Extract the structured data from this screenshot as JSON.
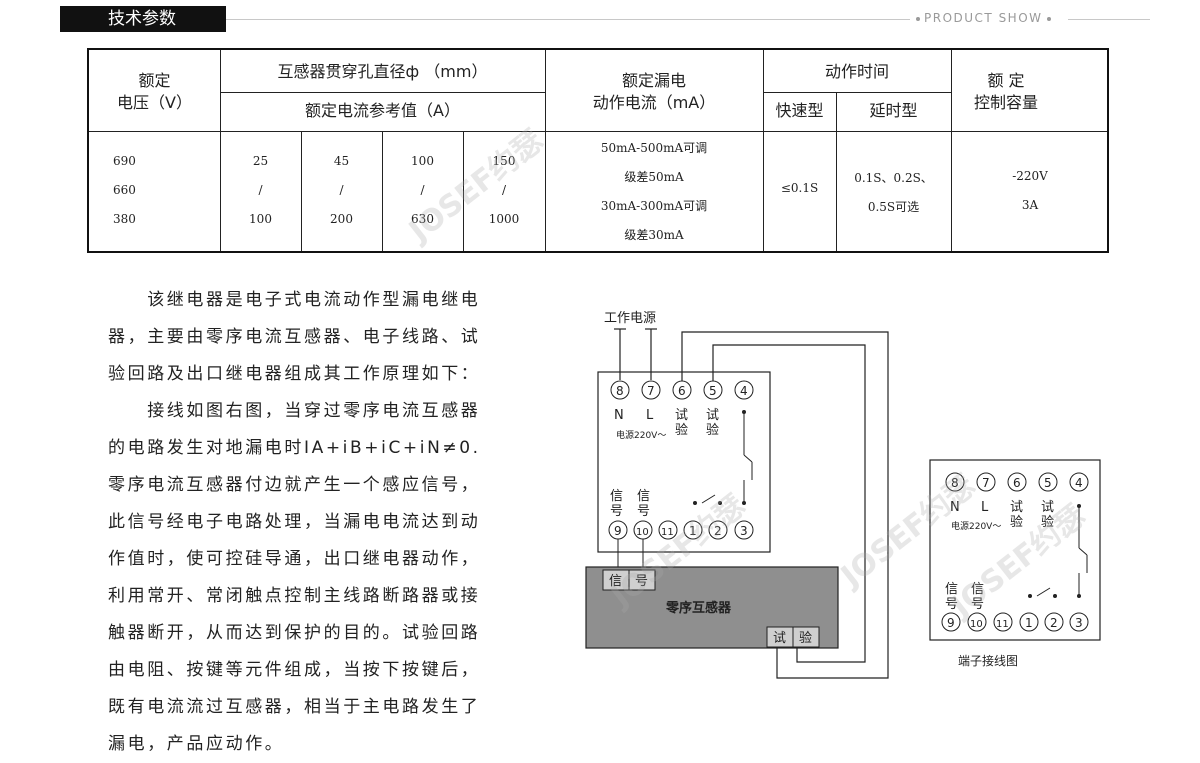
{
  "header": {
    "section_title": "技术参数",
    "right_label": "PRODUCT SHOW"
  },
  "table": {
    "head": {
      "voltage_line1": "额定",
      "voltage_line2": "电压（V）",
      "ct_aperture": "互感器贯穿孔直径ф （mm）",
      "ct_current_ref": "额定电流参考值（A）",
      "leak_line1": "额定漏电",
      "leak_line2": "动作电流（mA）",
      "time": "动作时间",
      "fast": "快速型",
      "delay": "延时型",
      "cap_line1": "额 定",
      "cap_line2": "控制容量"
    },
    "voltages": [
      "690",
      "660",
      "380"
    ],
    "ct_columns": [
      {
        "top": "25",
        "sep": "/",
        "bottom": "100"
      },
      {
        "top": "45",
        "sep": "/",
        "bottom": "200"
      },
      {
        "top": "100",
        "sep": "/",
        "bottom": "630"
      },
      {
        "top": "150",
        "sep": "/",
        "bottom": "1000"
      }
    ],
    "leak": [
      "50mA-500mA可调",
      "级差50mA",
      "30mA-300mA可调",
      "级差30mA"
    ],
    "fast_value": "≤0.1S",
    "delay_value_1": "0.1S、0.2S、",
    "delay_value_2": "0.5S可选",
    "cap_value_1": "-220V",
    "cap_value_2": "3A"
  },
  "description": {
    "lines": [
      "　　该继电器是电子式电流动作型漏电继电",
      "器，主要由零序电流互感器、电子线路、试",
      "验回路及出口继电器组成其工作原理如下：",
      "　　接线如图右图，当穿过零序电流互感器",
      "的电路发生对地漏电时IA+iB+iC+iN≠0.",
      "零序电流互感器付边就产生一个感应信号，",
      "此信号经电子电路处理，当漏电电流达到动",
      "作值时，使可控硅导通，出口继电器动作，",
      "利用常开、常闭触点控制主线路断路器或接",
      "触器断开，从而达到保护的目的。试验回路",
      "由电阻、按键等元件组成，当按下按键后，",
      "既有电流流过互感器，相当于主电路发生了",
      "漏电，产品应动作。"
    ]
  },
  "wiring": {
    "power_label": "工作电源",
    "top_terminals": [
      "⑧",
      "⑦",
      "⑥",
      "⑤",
      "④"
    ],
    "bottom_terminals": [
      "⑨",
      "⑩",
      "⑪",
      "①",
      "②",
      "③"
    ],
    "n_label": "N",
    "l_label": "L",
    "test_a": "试",
    "test_b": "验",
    "supply_label": "电源220V～",
    "signal_a": "信",
    "signal_b": "号",
    "ct_title": "零序互感器",
    "ct_signal_1": "信",
    "ct_signal_2": "号",
    "ct_test_1": "试",
    "ct_test_2": "验",
    "terminal_caption": "端子接线图"
  },
  "watermark": "JOSEF约瑟"
}
